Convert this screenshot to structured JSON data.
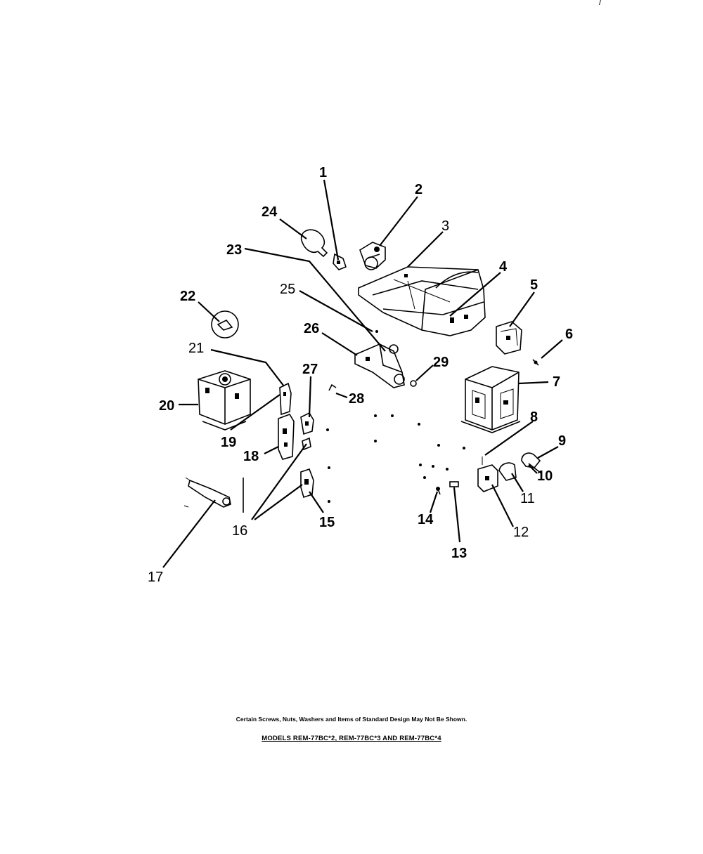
{
  "diagram": {
    "callouts": [
      "1",
      "2",
      "3",
      "4",
      "5",
      "6",
      "7",
      "8",
      "9",
      "10",
      "11",
      "12",
      "13",
      "14",
      "15",
      "16",
      "17",
      "18",
      "19",
      "20",
      "21",
      "22",
      "23",
      "24",
      "25",
      "26",
      "27",
      "28",
      "29"
    ]
  },
  "footer": {
    "note": "Certain Screws, Nuts, Washers and Items of Standard Design May Not Be Shown.",
    "models": "MODELS REM-77BC*2, REM-77BC*3 AND REM-77BC*4"
  },
  "corner_mark": "/"
}
